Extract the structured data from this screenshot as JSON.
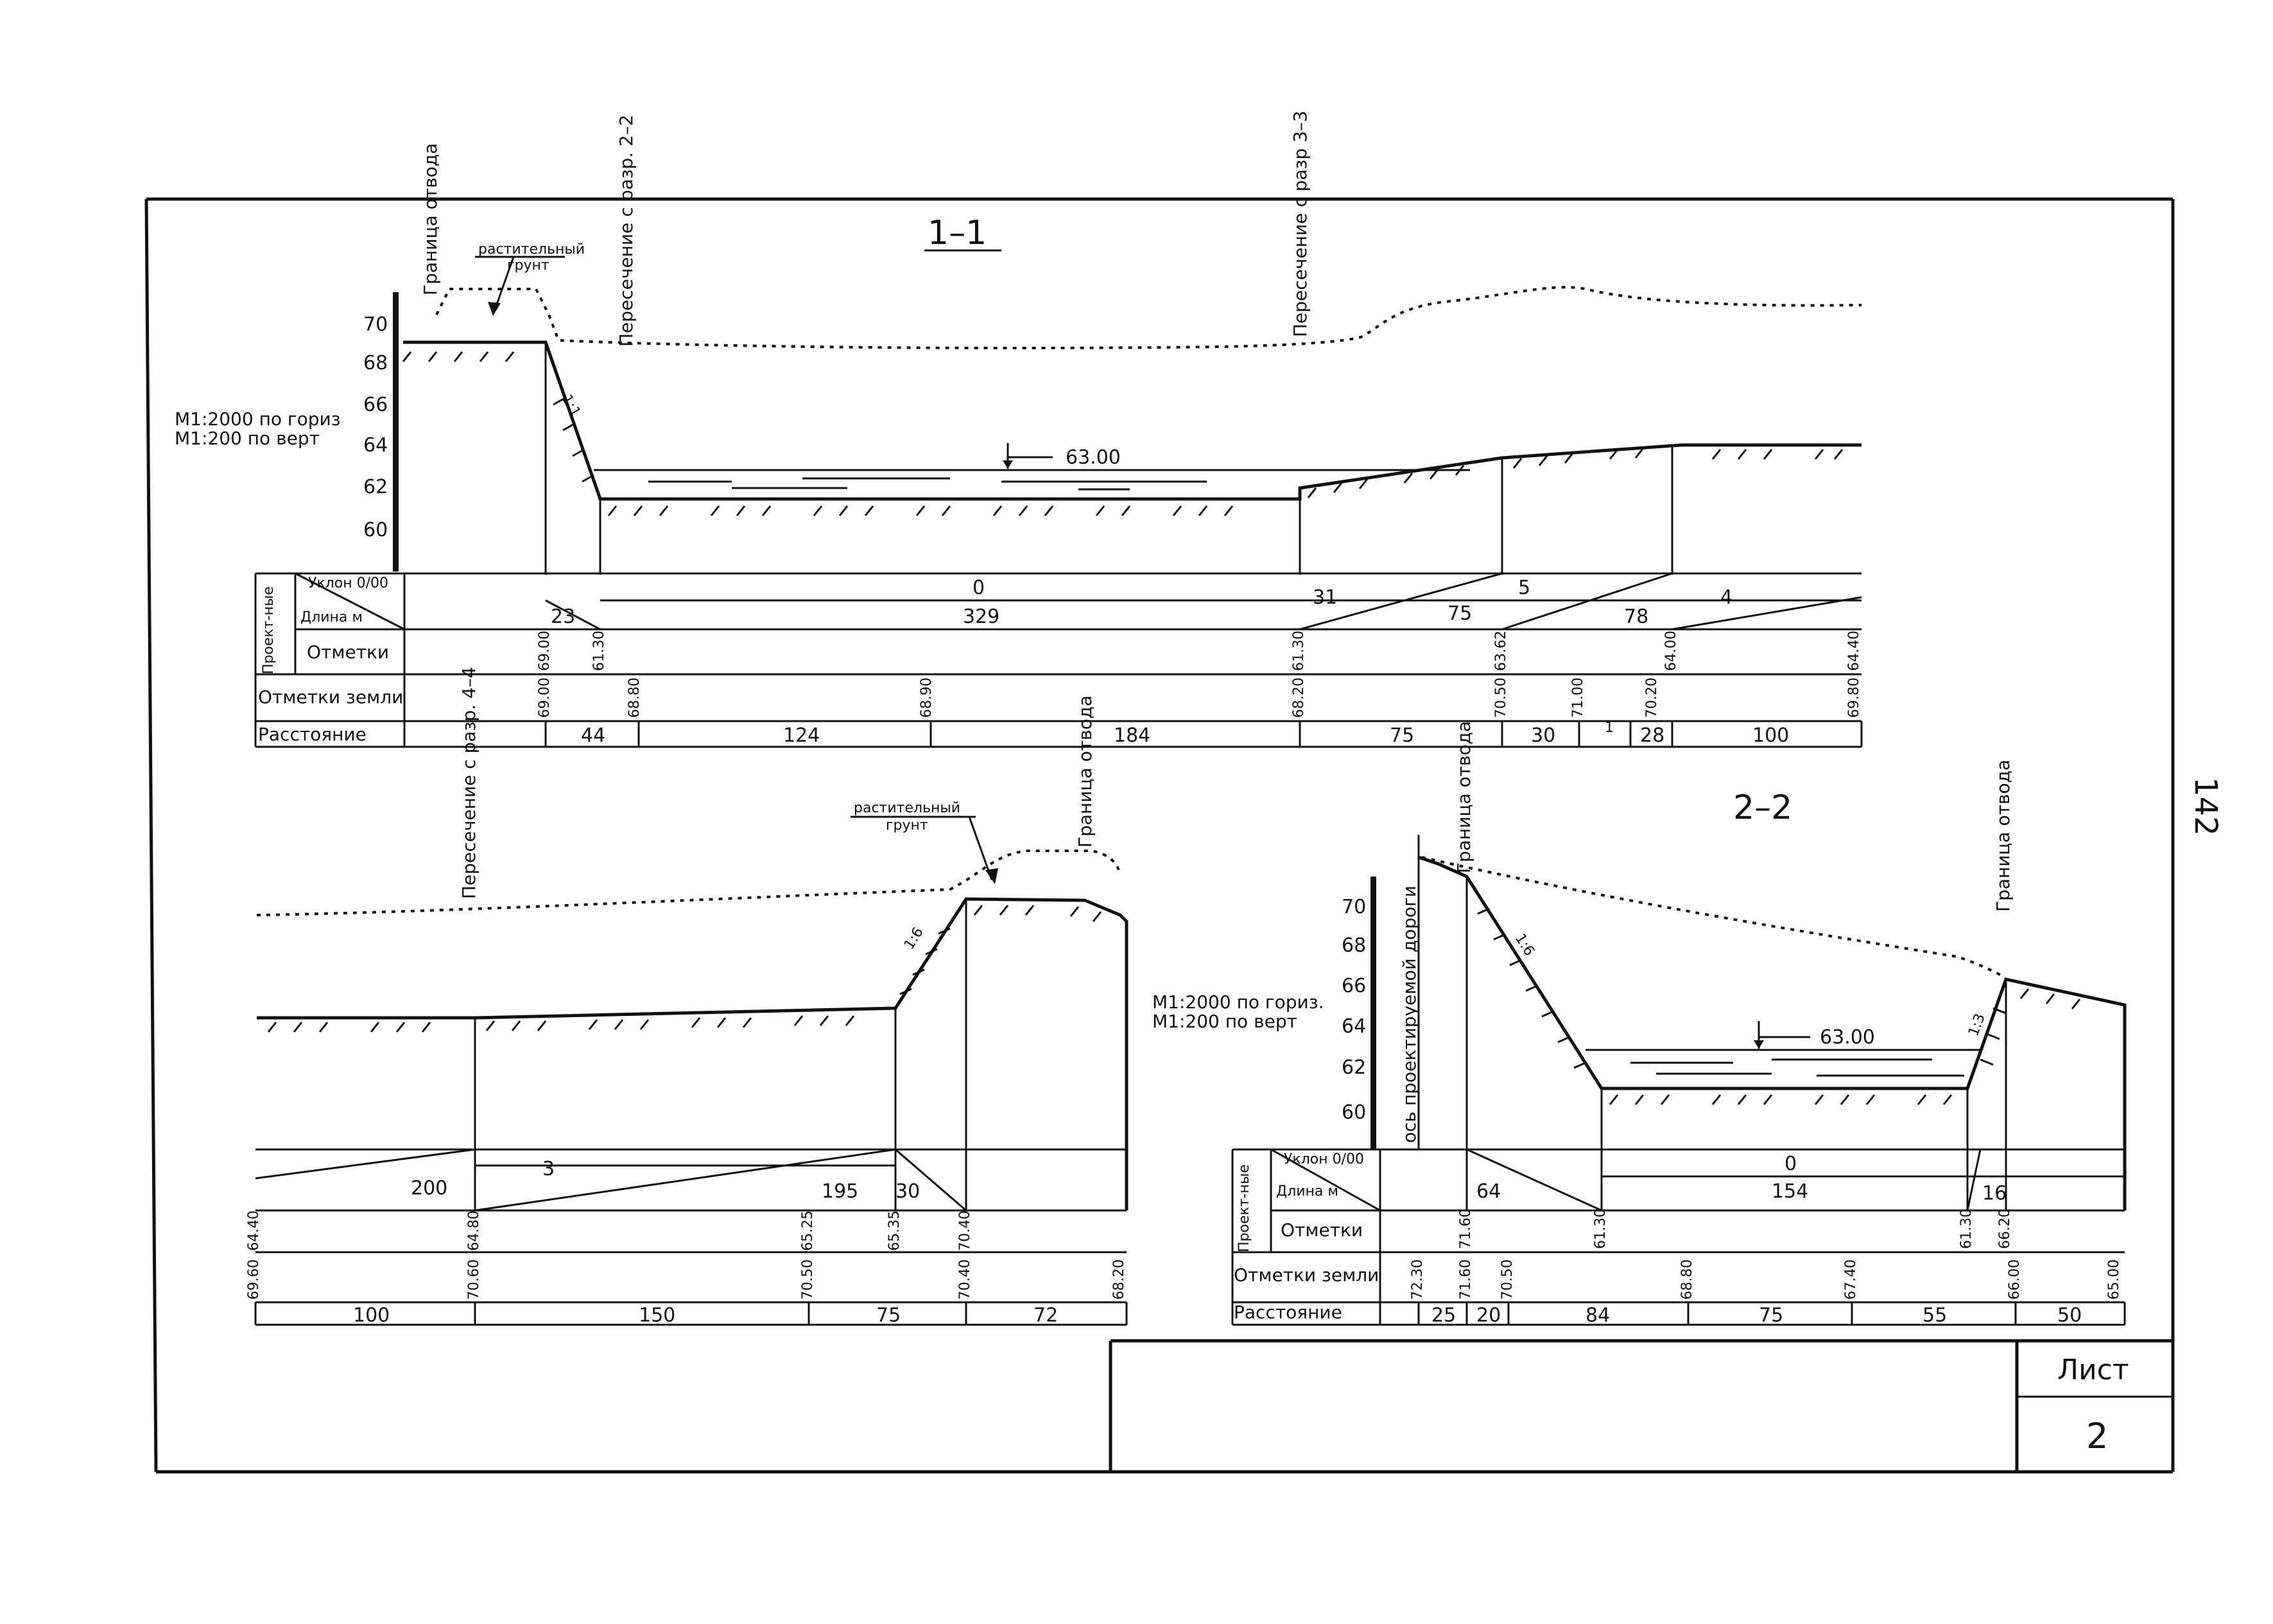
{
  "sheet": {
    "page_number": "142",
    "title_block": {
      "sheet_label": "Лист",
      "sheet_number": "2"
    }
  },
  "section_1_1": {
    "title": "1–1",
    "scale": [
      "М1:2000  по гориз",
      "М1:200   по верт"
    ],
    "boundary_label": "Граница отвода",
    "topsoil_label": [
      "растительный",
      "грунт"
    ],
    "crossing_2_2": "Пересечение с разр. 2–2",
    "crossing_3_3": "Пересечение с разр 3–3",
    "slope_label": "1:1",
    "water_level": "63.00",
    "vertical_scale": [
      "70",
      "68",
      "66",
      "64",
      "62",
      "60"
    ],
    "table_rows": {
      "slope": "Уклон 0/00",
      "length": "Длина м",
      "design_group": "Проект-ные",
      "design_marks": "Отметки",
      "ground_marks": "Отметки земли",
      "distance": "Расстояние"
    },
    "slopes": [
      "0",
      "31",
      "5",
      "4"
    ],
    "lengths": [
      "23",
      "329",
      "75",
      "78"
    ],
    "design_marks": [
      "69.00",
      "61.30",
      "61.30",
      "63.62",
      "64.00",
      "64.40"
    ],
    "ground_marks": [
      "69.00",
      "68.80",
      "68.90",
      "68.20",
      "70.50",
      "71.00",
      "70.20",
      "69.80"
    ],
    "distances": [
      "44",
      "124",
      "184",
      "75",
      "30",
      "1",
      "28",
      "100"
    ]
  },
  "section_mid": {
    "crossing_4_4": "Пересечение с разр. 4–4",
    "boundary_label": "Граница отвода",
    "topsoil_label": [
      "растительный",
      "грунт"
    ],
    "slope_label": "1:6",
    "slopes": [
      "3"
    ],
    "lengths": [
      "200",
      "195",
      "30"
    ],
    "design_marks": [
      "64.40",
      "64.80",
      "65.25",
      "65.35",
      "70.40"
    ],
    "ground_marks": [
      "69.60",
      "70.60",
      "70.50",
      "70.40",
      "68.20"
    ],
    "distances": [
      "100",
      "150",
      "75",
      "72"
    ]
  },
  "section_2_2": {
    "title": "2–2",
    "scale": [
      "М1:2000  по гориз.",
      "М1:200   по верт"
    ],
    "axis_label": "ось проектируемой дороги",
    "boundary_label": "Граница отвода",
    "slope_left": "1:6",
    "slope_right": "1:3",
    "water_level": "63.00",
    "vertical_scale": [
      "70",
      "68",
      "66",
      "64",
      "62",
      "60"
    ],
    "table_rows": {
      "slope": "Уклон 0/00",
      "length": "Длина м",
      "design_group": "Проект-ные",
      "design_marks": "Отметки",
      "ground_marks": "Отметки земли",
      "distance": "Расстояние"
    },
    "slopes": [
      "0"
    ],
    "lengths": [
      "64",
      "154",
      "16"
    ],
    "design_marks": [
      "71.60",
      "61.30",
      "61.30",
      "66.20"
    ],
    "ground_marks": [
      "72.30",
      "71.60",
      "70.50",
      "68.80",
      "67.40",
      "66.00",
      "65.00"
    ],
    "distances": [
      "25",
      "20",
      "84",
      "75",
      "55",
      "50"
    ]
  }
}
